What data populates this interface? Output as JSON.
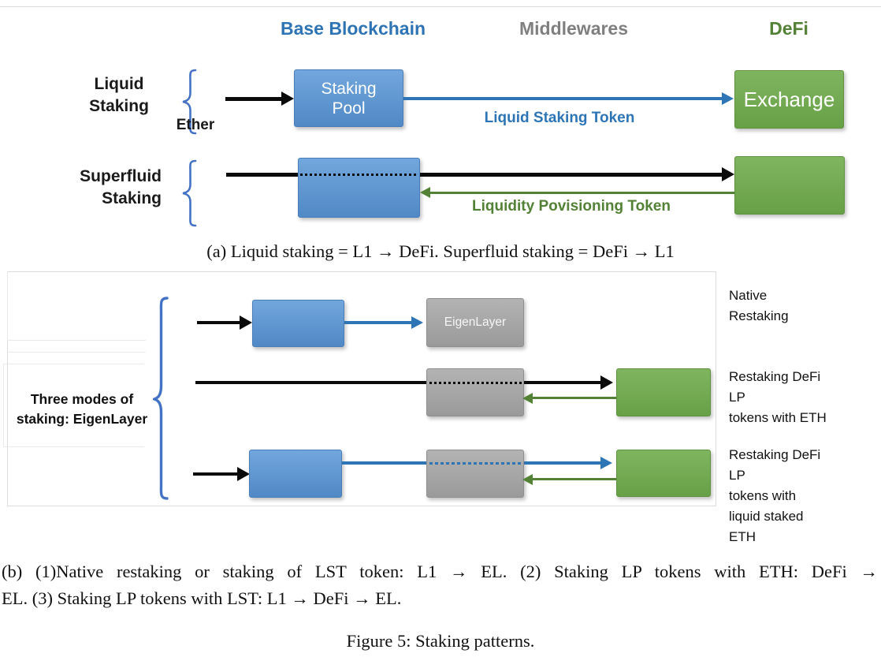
{
  "panel_a": {
    "headers": {
      "base": "Base Blockchain",
      "middlewares": "Middlewares",
      "defi": "DeFi"
    },
    "liquid": {
      "row_label": "Liquid\nStaking",
      "input_label": "Ether",
      "pool_box": "Staking Pool",
      "flow_label": "Liquid Staking Token",
      "exchange_box": "Exchange"
    },
    "superfluid": {
      "row_label": "Superfluid\nStaking",
      "return_label": "Liquidity Povisioning Token"
    },
    "caption": "(a) Liquid staking = L1 → DeFi. Superfluid staking = DeFi → L1"
  },
  "panel_b": {
    "brace_label": "Three modes of\nstaking: EigenLayer",
    "eigenlayer_box": "EigenLayer",
    "row_labels": {
      "row1": "Native\nRestaking",
      "row2": "Restaking DeFi\nLP\ntokens with ETH",
      "row3": "Restaking DeFi\nLP\ntokens with\nliquid staked\nETH"
    },
    "caption_line1": "(b) (1)Native restaking or staking of LST token: L1 → EL. (2) Staking LP tokens with ETH: DeFi →",
    "caption_line2": "EL. (3) Staking LP tokens with LST: L1 → DeFi → EL."
  },
  "figure_caption": "Figure 5: Staking patterns.",
  "colors": {
    "header_blue": "#2E74B5",
    "header_gray": "#7F7F7F",
    "header_green": "#538135",
    "box_blue_light": "#71A7DC",
    "box_blue_dark": "#5189C6",
    "box_green_light": "#80B560",
    "box_green_dark": "#67A046",
    "box_gray": "#A6A6A6",
    "arrow_blue": "#2E75B6",
    "arrow_green": "#538135",
    "brace_blue": "#4472C4",
    "text_black": "#1A1A1A"
  }
}
